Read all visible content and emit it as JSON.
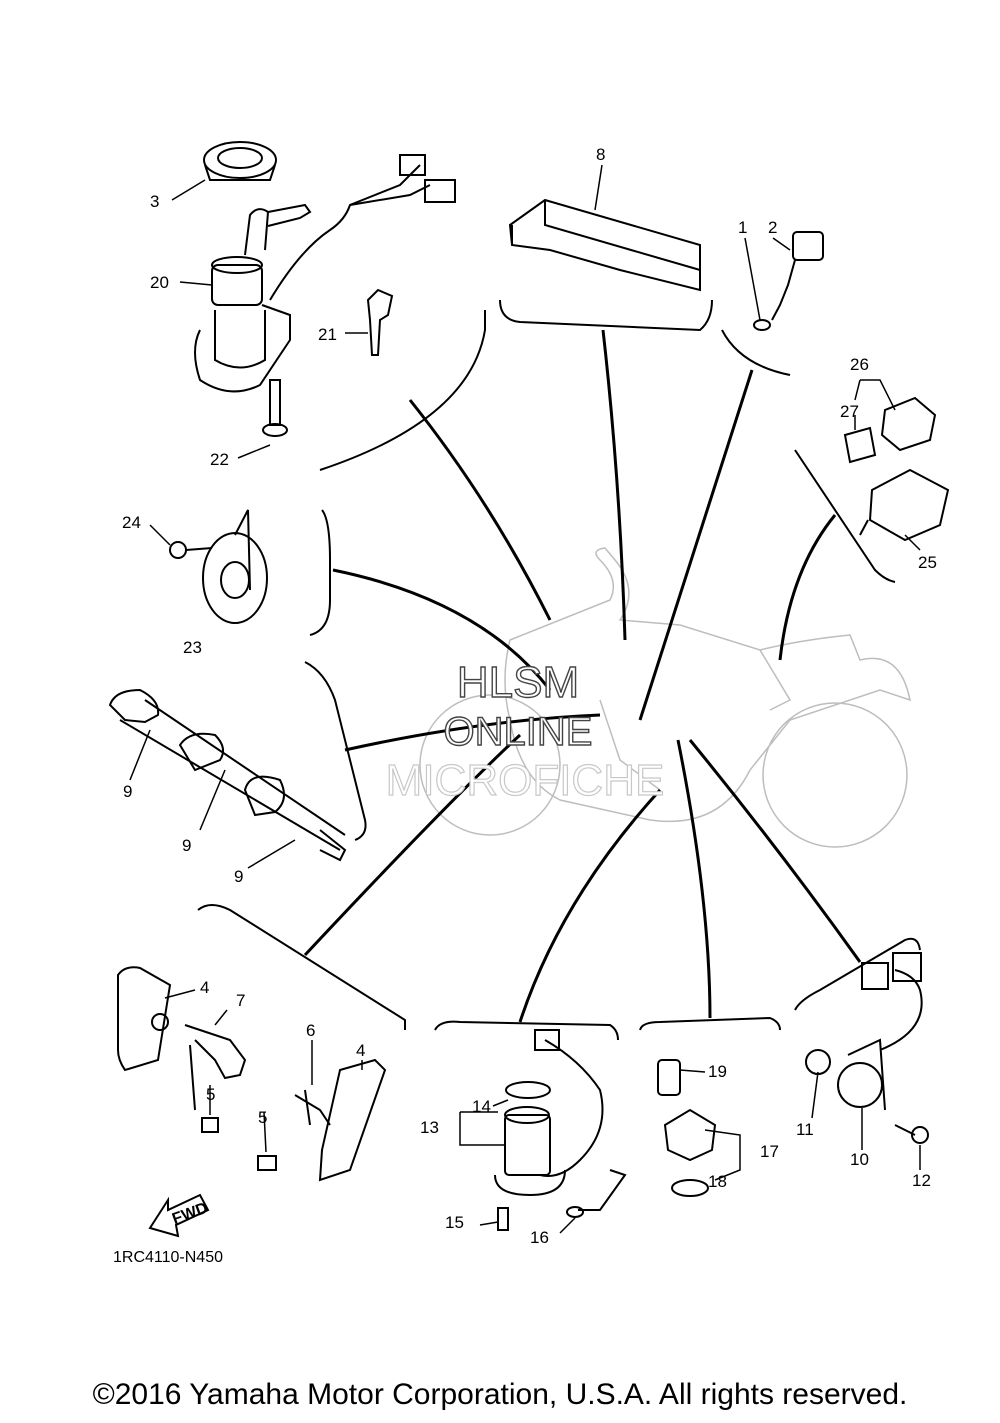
{
  "diagram": {
    "drawing_code": "1RC4110-N450",
    "fwd_label": "FWD",
    "watermark": [
      "HLSM",
      "ONLINE",
      "MICROFICHE"
    ],
    "callouts": {
      "c1": "1",
      "c2": "2",
      "c3": "3",
      "c4a": "4",
      "c4b": "4",
      "c5a": "5",
      "c5b": "5",
      "c6": "6",
      "c7": "7",
      "c8": "8",
      "c9a": "9",
      "c9b": "9",
      "c9c": "9",
      "c10": "10",
      "c11": "11",
      "c12": "12",
      "c13": "13",
      "c14": "14",
      "c15": "15",
      "c16": "16",
      "c17": "17",
      "c18": "18",
      "c19": "19",
      "c20": "20",
      "c21": "21",
      "c22": "22",
      "c23": "23",
      "c24": "24",
      "c25": "25",
      "c26": "26",
      "c27": "27"
    }
  },
  "footer": {
    "copyright": "©2016 Yamaha Motor Corporation, U.S.A. All rights reserved."
  }
}
